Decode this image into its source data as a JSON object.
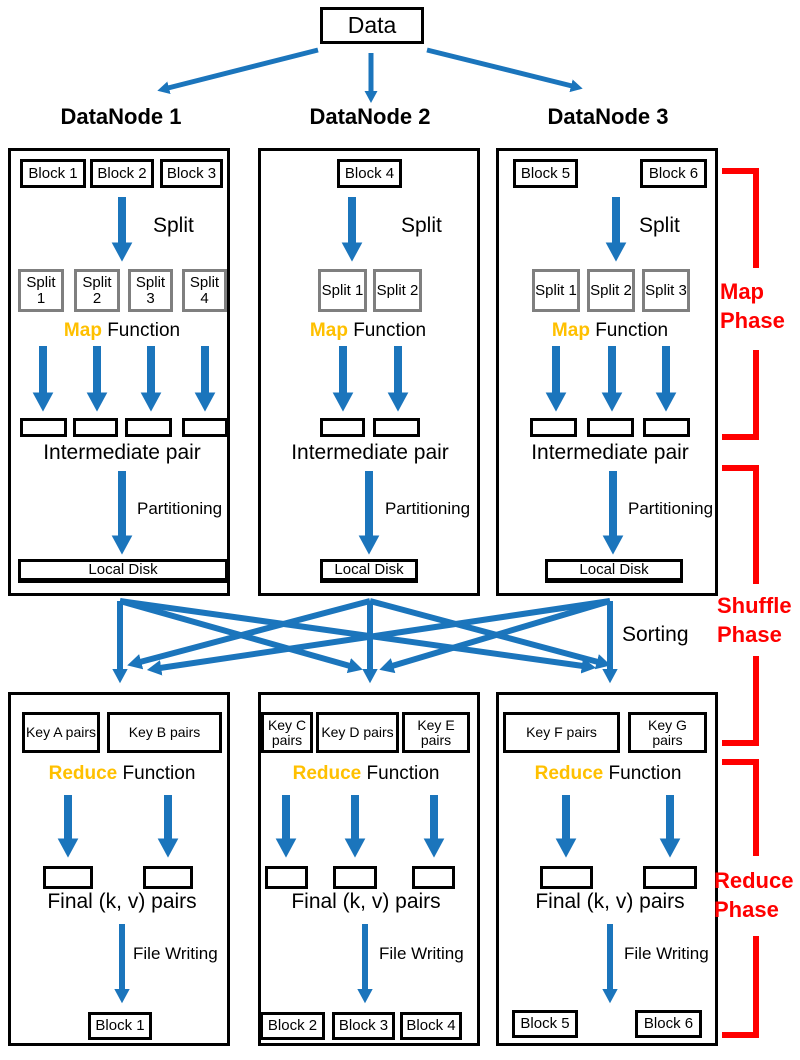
{
  "diagram": {
    "source_label": "Data",
    "sorting_label": "Sorting",
    "phase_labels": {
      "map": "Map Phase",
      "shuffle": "Shuffle Phase",
      "reduce": "Reduce Phase"
    },
    "shared_labels": {
      "split": "Split",
      "map_word": "Map",
      "function_word": "Function",
      "intermediate_pair": "Intermediate pair",
      "partitioning": "Partitioning",
      "local_disk": "Local Disk",
      "reduce_word": "Reduce",
      "final_pairs": "Final (k, v) pairs",
      "file_writing": "File Writing"
    },
    "datanodes": [
      {
        "title": "DataNode 1",
        "blocks": [
          "Block 1",
          "Block 2",
          "Block 3"
        ],
        "splits": [
          "Split 1",
          "Split 2",
          "Split 3",
          "Split 4"
        ]
      },
      {
        "title": "DataNode 2",
        "blocks": [
          "Block 4"
        ],
        "splits": [
          "Split 1",
          "Split 2"
        ]
      },
      {
        "title": "DataNode 3",
        "blocks": [
          "Block 5",
          "Block 6"
        ],
        "splits": [
          "Split 1",
          "Split 2",
          "Split 3"
        ]
      }
    ],
    "reducers": [
      {
        "key_pairs": [
          "Key A pairs",
          "Key B pairs"
        ],
        "output_blocks": [
          "Block 1"
        ]
      },
      {
        "key_pairs": [
          "Key C pairs",
          "Key D pairs",
          "Key E pairs"
        ],
        "output_blocks": [
          "Block 2",
          "Block 3",
          "Block 4"
        ]
      },
      {
        "key_pairs": [
          "Key F pairs",
          "Key G pairs"
        ],
        "output_blocks": [
          "Block 5",
          "Block 6"
        ]
      }
    ],
    "colors": {
      "arrow_blue": "#1b75bc",
      "accent_orange": "#ffc000",
      "phase_red": "#ff0000"
    }
  }
}
